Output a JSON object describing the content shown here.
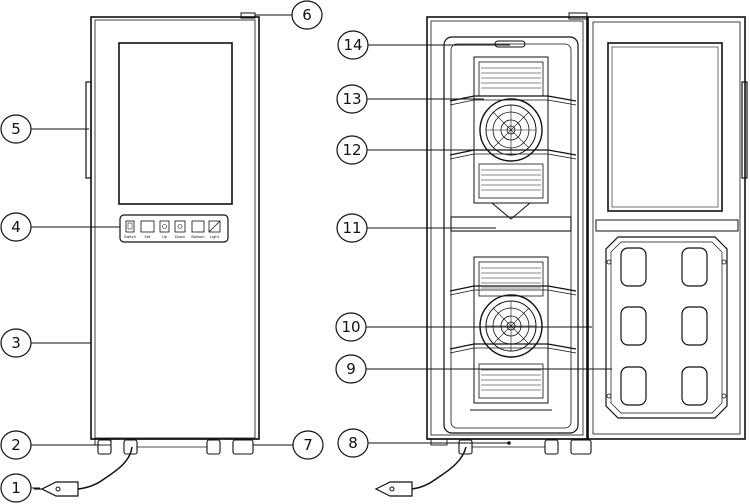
{
  "figure": {
    "left_unit": "wine-cooler-front-view",
    "right_unit": "wine-cooler-open-door-view"
  },
  "callouts": [
    {
      "id": "1",
      "label": "1"
    },
    {
      "id": "2",
      "label": "2"
    },
    {
      "id": "3",
      "label": "3"
    },
    {
      "id": "4",
      "label": "4"
    },
    {
      "id": "5",
      "label": "5"
    },
    {
      "id": "6",
      "label": "6"
    },
    {
      "id": "7",
      "label": "7"
    },
    {
      "id": "8",
      "label": "8"
    },
    {
      "id": "9",
      "label": "9"
    },
    {
      "id": "10",
      "label": "10"
    },
    {
      "id": "11",
      "label": "11"
    },
    {
      "id": "12",
      "label": "12"
    },
    {
      "id": "13",
      "label": "13"
    },
    {
      "id": "14",
      "label": "14"
    }
  ],
  "control_panel": {
    "buttons": [
      "Switch",
      "Set",
      "Up",
      "Down",
      "Bottom",
      "Light"
    ]
  }
}
